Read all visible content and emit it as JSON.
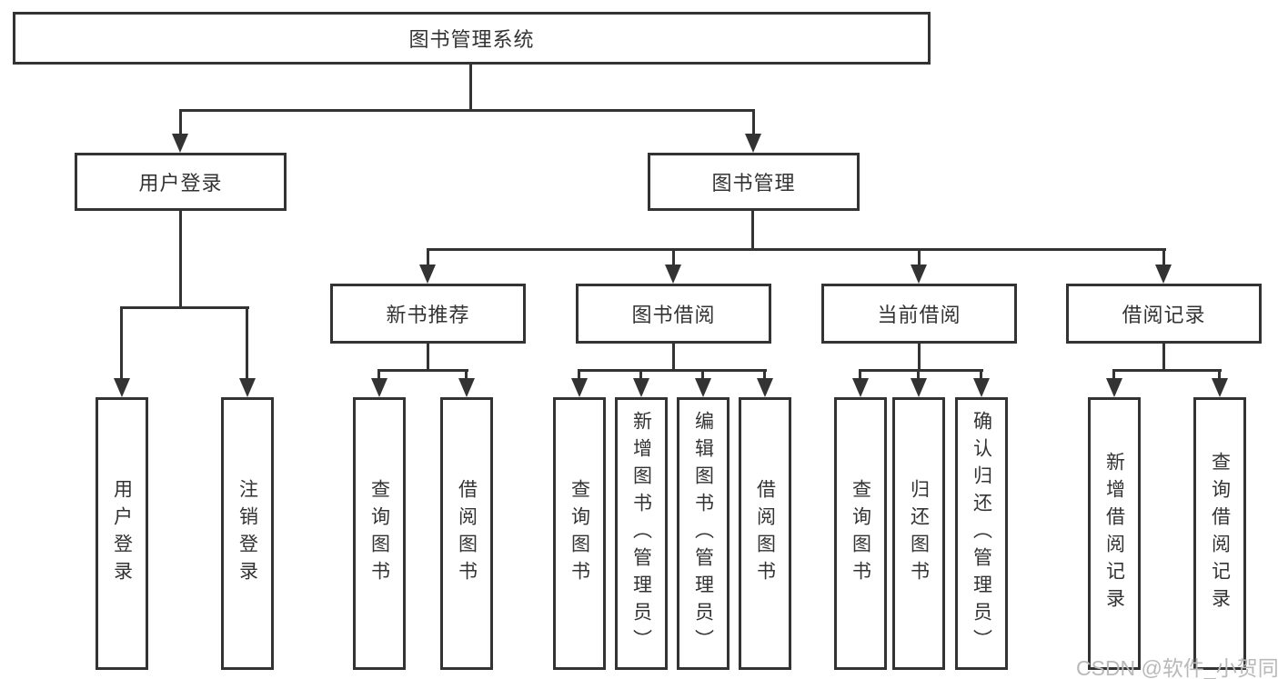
{
  "tree": {
    "label": "图书管理系统",
    "children": [
      {
        "label": "用户登录",
        "children": [
          {
            "label": "用户登录"
          },
          {
            "label": "注销登录"
          }
        ]
      },
      {
        "label": "图书管理",
        "children": [
          {
            "label": "新书推荐",
            "children": [
              {
                "label": "查询图书"
              },
              {
                "label": "借阅图书"
              }
            ]
          },
          {
            "label": "图书借阅",
            "children": [
              {
                "label": "查询图书"
              },
              {
                "label": "新增图书（管理员）"
              },
              {
                "label": "编辑图书（管理员）"
              },
              {
                "label": "借阅图书"
              }
            ]
          },
          {
            "label": "当前借阅",
            "children": [
              {
                "label": "查询图书"
              },
              {
                "label": "归还图书"
              },
              {
                "label": "确认归还（管理员）"
              }
            ]
          },
          {
            "label": "借阅记录",
            "children": [
              {
                "label": "新增借阅记录"
              },
              {
                "label": "查询借阅记录"
              }
            ]
          }
        ]
      }
    ]
  },
  "watermark": "CSDN @软件_小贺同学",
  "colors": {
    "line": "#333333",
    "text": "#333333",
    "watermark": "#b9b9b9",
    "background": "#ffffff"
  }
}
